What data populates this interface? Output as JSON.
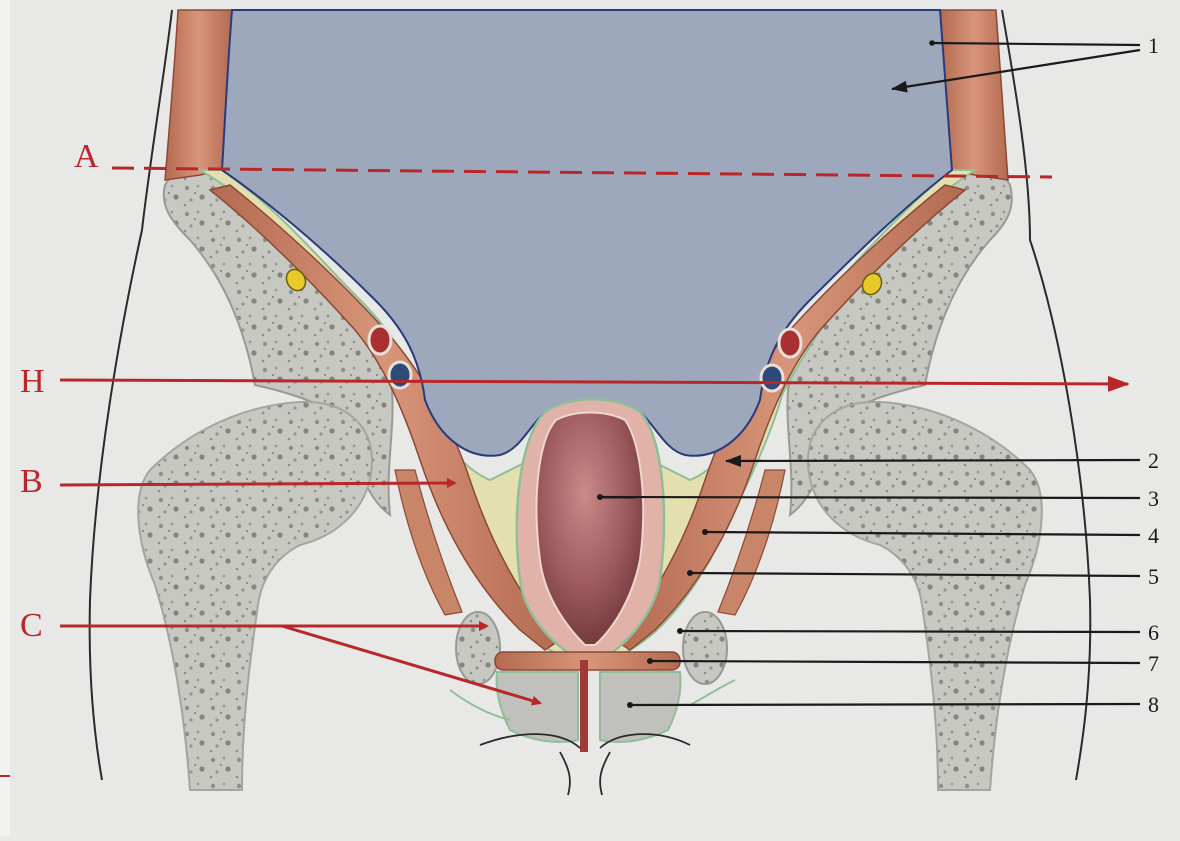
{
  "colors": {
    "background": "#e8e8e6",
    "cavity": "#9ea8bd",
    "fat": "#e4dfae",
    "muscle": "#c98568",
    "bone": "#c9c9c4",
    "fascia": "#8fbf98",
    "rectum": "#8c4a4c",
    "red_marker": "#b8282a",
    "leader": "#1a1a1a"
  },
  "letter_labels": {
    "A": "A",
    "H": "H",
    "B": "B",
    "C": "C"
  },
  "number_labels": {
    "n1": "1",
    "n2": "2",
    "n3": "3",
    "n4": "4",
    "n5": "5",
    "n6": "6",
    "n7": "7",
    "n8": "8"
  }
}
